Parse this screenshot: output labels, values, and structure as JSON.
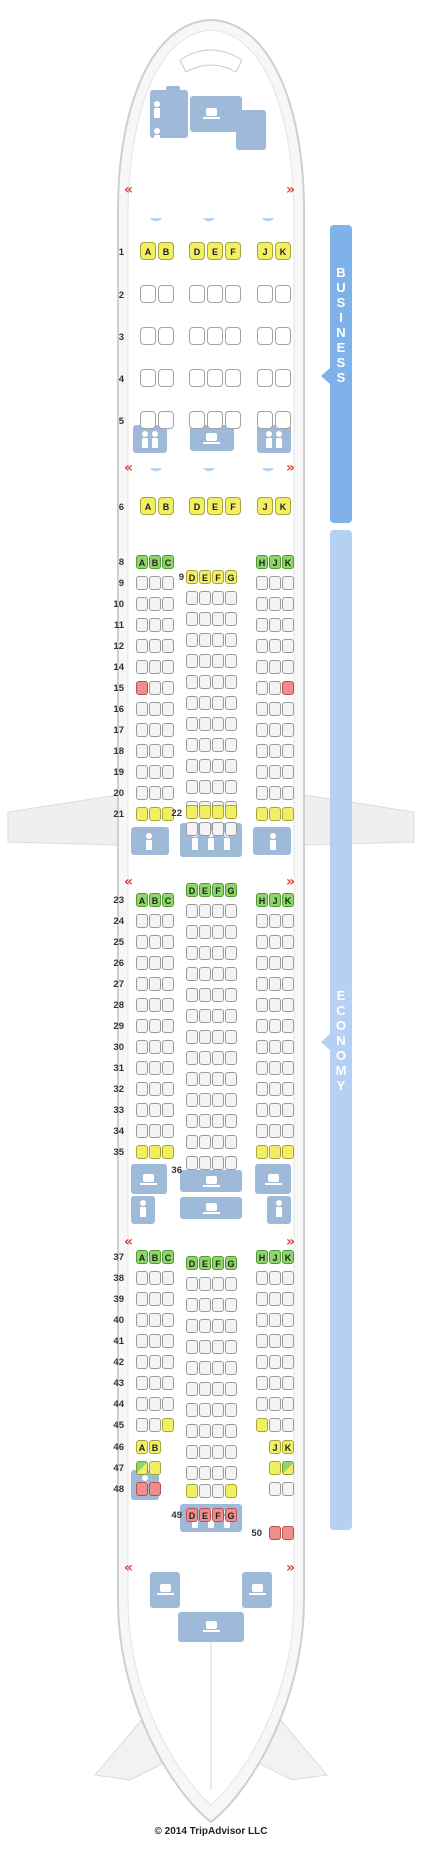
{
  "cabins": {
    "business_label": "BUSINESS",
    "economy_label": "ECONOMY"
  },
  "copyright": "© 2014 TripAdvisor LLC",
  "colors": {
    "good": "#8fd66a",
    "mixed": "#f2ef62",
    "bad": "#f28d8d",
    "standard": "#f4f4f4",
    "facility": "#9fb9d9",
    "business_band": "#7fb2e8",
    "economy_band": "#b4d0f2",
    "exit": "#d9453a"
  },
  "icons": {
    "exit": "exit-chevron-icon",
    "lavatory": "lavatory-icon",
    "galley": "galley-coffee-icon",
    "bassinet": "bassinet-icon"
  },
  "business_rows": [
    {
      "row": "1",
      "left": [
        "A",
        "B"
      ],
      "center": [
        "D",
        "E",
        "F"
      ],
      "right": [
        "J",
        "K"
      ],
      "status": "mixed"
    },
    {
      "row": "2",
      "left": [
        "",
        ""
      ],
      "center": [
        "",
        "",
        ""
      ],
      "right": [
        "",
        ""
      ],
      "status": "standard"
    },
    {
      "row": "3",
      "left": [
        "",
        ""
      ],
      "center": [
        "",
        "",
        ""
      ],
      "right": [
        "",
        ""
      ],
      "status": "standard"
    },
    {
      "row": "4",
      "left": [
        "",
        ""
      ],
      "center": [
        "",
        "",
        ""
      ],
      "right": [
        "",
        ""
      ],
      "status": "standard"
    },
    {
      "row": "5",
      "left": [
        "",
        ""
      ],
      "center": [
        "",
        "",
        ""
      ],
      "right": [
        "",
        ""
      ],
      "status": "standard"
    },
    {
      "row": "6",
      "left": [
        "A",
        "B"
      ],
      "center": [
        "D",
        "E",
        "F"
      ],
      "right": [
        "J",
        "K"
      ],
      "status": "mixed"
    }
  ],
  "economy_row_labels": {
    "r8": "8",
    "r9": "9",
    "r10": "10",
    "r11": "11",
    "r12": "12",
    "r14": "14",
    "r15": "15",
    "r16": "16",
    "r17": "17",
    "r18": "18",
    "r19": "19",
    "r20": "20",
    "r21": "21",
    "r22": "22",
    "r23": "23",
    "r24": "24",
    "r25": "25",
    "r26": "26",
    "r27": "27",
    "r28": "28",
    "r29": "29",
    "r30": "30",
    "r31": "31",
    "r32": "32",
    "r33": "33",
    "r34": "34",
    "r35": "35",
    "r36": "36",
    "r37": "37",
    "r38": "38",
    "r39": "39",
    "r40": "40",
    "r41": "41",
    "r42": "42",
    "r43": "43",
    "r44": "44",
    "r45": "45",
    "r46": "46",
    "r47": "47",
    "r48": "48",
    "r49": "49",
    "r50": "50"
  },
  "economy_letters": {
    "left": [
      "A",
      "B",
      "C"
    ],
    "center": [
      "D",
      "E",
      "F",
      "G"
    ],
    "right": [
      "H",
      "J",
      "K"
    ],
    "left_short": [
      "A",
      "B"
    ],
    "right_short": [
      "J",
      "K"
    ]
  }
}
